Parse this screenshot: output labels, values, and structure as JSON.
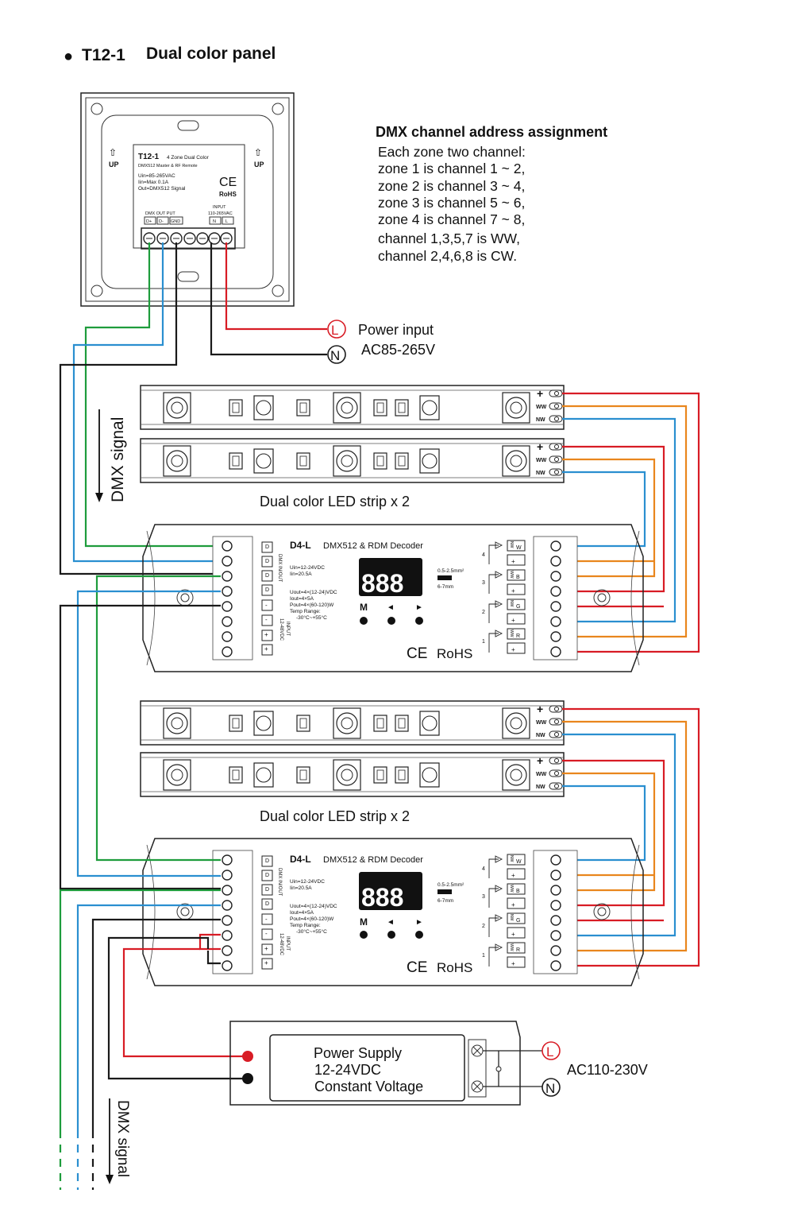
{
  "heading": {
    "bullet": "●",
    "model": "T12-1",
    "name": "Dual color panel"
  },
  "panel": {
    "model": "T12-1",
    "subtitle": "4 Zone Dual Color",
    "desc": "DMX512 Master & RF Remote",
    "spec1": "Uin=85-265VAC",
    "spec2": "Iin=Max 0.1A",
    "spec3": "Out=DMX512 Signal",
    "ce": "CE",
    "rohs": "RoHS",
    "up": "UP",
    "dmx_output": "DMX OUT PUT",
    "input": "INPUT",
    "input_range": "110-265VAC",
    "terminal_labels": [
      "D+",
      "D-",
      "GND",
      "N",
      "L"
    ]
  },
  "assignment": {
    "title": "DMX channel address assignment",
    "lines": [
      "Each zone two channel:",
      "zone 1 is channel 1 ~ 2,",
      "zone 2 is channel 3 ~ 4,",
      "zone 3 is channel 5 ~ 6,",
      "zone 4 is channel 7 ~ 8,",
      "channel 1,3,5,7 is WW,",
      "channel 2,4,6,8 is CW."
    ]
  },
  "power_input": {
    "l": "L",
    "n": "N",
    "label": "Power input",
    "range": "AC85-265V"
  },
  "dmx_signal_label": "DMX signal",
  "strip": {
    "label": "Dual color LED strip x 2",
    "plus": "+",
    "ww": "WW",
    "nw": "NW"
  },
  "decoder": {
    "model": "D4-L",
    "name": "DMX512 & RDM Decoder",
    "uin": "Uin=12-24VDC",
    "iin": "Iin=20.5A",
    "uout": "Uout=4×(12-24)VDC",
    "iout": "Iout=4×5A",
    "pout": "Pout=4×(60-120)W",
    "temp": "Temp Range:",
    "temp_range": "-30°C~+55°C",
    "display": "888",
    "wire_size": "0.5-2.5mm²",
    "strip_len": "6-7mm",
    "buttons": [
      "M",
      "◄",
      "►"
    ],
    "ce": "CE",
    "rohs": "RoHS",
    "dmx_in_out": "DMX IN/OUT",
    "input_label": "INPUT",
    "input_v": "12-48VDC",
    "channels": [
      "4",
      "3",
      "2",
      "1"
    ],
    "channel_letters": [
      "W",
      "B",
      "G",
      "R"
    ],
    "left_term_labels": [
      "D",
      "D",
      "D",
      "D",
      "-",
      "-",
      "+",
      "+"
    ],
    "ww_tag": "WW",
    "nw_tag": "NW"
  },
  "power_supply": {
    "line1": "Power Supply",
    "line2": "12-24VDC",
    "line3": "Constant Voltage",
    "l": "L",
    "n": "N",
    "range": "AC110-230V"
  }
}
